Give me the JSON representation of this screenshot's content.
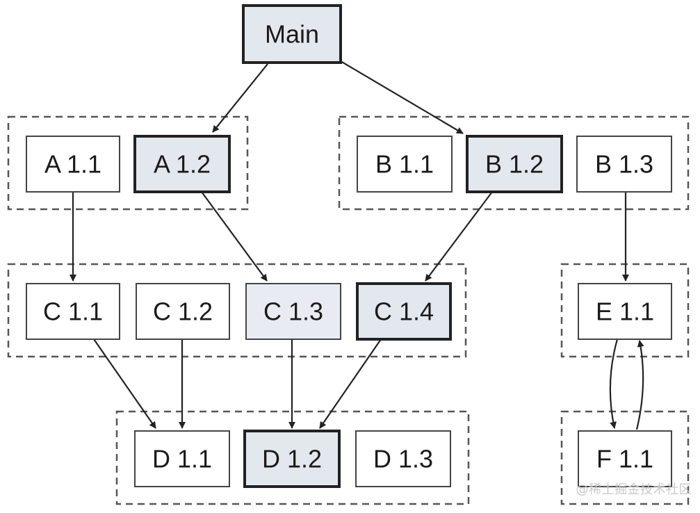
{
  "colors": {
    "selected_fill": "#e3e8ef",
    "partial_fill": "#e8ecf2",
    "default_fill": "#ffffff",
    "border": "#333333",
    "group_border": "#555555",
    "arrow": "#222222"
  },
  "nodes": {
    "main": {
      "label": "Main",
      "state": "selected"
    },
    "a11": {
      "label": "A 1.1",
      "state": "default"
    },
    "a12": {
      "label": "A 1.2",
      "state": "selected"
    },
    "b11": {
      "label": "B 1.1",
      "state": "default"
    },
    "b12": {
      "label": "B 1.2",
      "state": "selected"
    },
    "b13": {
      "label": "B 1.3",
      "state": "default"
    },
    "c11": {
      "label": "C 1.1",
      "state": "default"
    },
    "c12": {
      "label": "C 1.2",
      "state": "default"
    },
    "c13": {
      "label": "C 1.3",
      "state": "partial"
    },
    "c14": {
      "label": "C 1.4",
      "state": "selected"
    },
    "e11": {
      "label": "E 1.1",
      "state": "default"
    },
    "d11": {
      "label": "D 1.1",
      "state": "default"
    },
    "d12": {
      "label": "D 1.2",
      "state": "selected"
    },
    "d13": {
      "label": "D 1.3",
      "state": "default"
    },
    "f11": {
      "label": "F 1.1",
      "state": "default"
    }
  },
  "edges": [
    {
      "from": "main",
      "to": "a12"
    },
    {
      "from": "main",
      "to": "b12"
    },
    {
      "from": "a11",
      "to": "c11"
    },
    {
      "from": "a12",
      "to": "c13"
    },
    {
      "from": "b12",
      "to": "c14"
    },
    {
      "from": "b13",
      "to": "e11"
    },
    {
      "from": "c11",
      "to": "d11"
    },
    {
      "from": "c12",
      "to": "d11"
    },
    {
      "from": "c13",
      "to": "d12"
    },
    {
      "from": "c14",
      "to": "d12"
    },
    {
      "from": "e11",
      "to": "f11"
    },
    {
      "from": "f11",
      "to": "e11"
    }
  ],
  "watermark": "@稀土掘金技术社区"
}
